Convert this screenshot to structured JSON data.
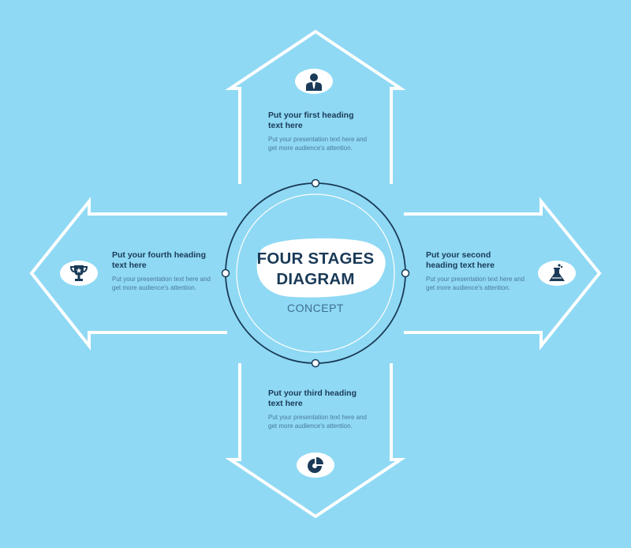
{
  "center": {
    "title_line1": "FOUR STAGES",
    "title_line2": "DIAGRAM",
    "subtitle": "CONCEPT"
  },
  "stages": {
    "first": {
      "heading": "Put your first heading text here",
      "body": "Put your presentation text here and get more audience's attention.",
      "icon": "user-icon"
    },
    "second": {
      "heading": "Put your second heading text here",
      "body": "Put your presentation text here and get more audience's attention.",
      "icon": "flask-icon"
    },
    "third": {
      "heading": "Put your third heading text here",
      "body": "Put your presentation text here and get more audience's attention.",
      "icon": "pie-chart-icon"
    },
    "fourth": {
      "heading": "Put your fourth heading text here",
      "body": "Put your presentation text here and get more audience's attention.",
      "icon": "trophy-icon"
    }
  },
  "colors": {
    "background": "#8fd9f4",
    "outline": "#ffffff",
    "ring": "#1a3a57",
    "heading_text": "#1a3a57",
    "body_text": "#4a7a98"
  }
}
